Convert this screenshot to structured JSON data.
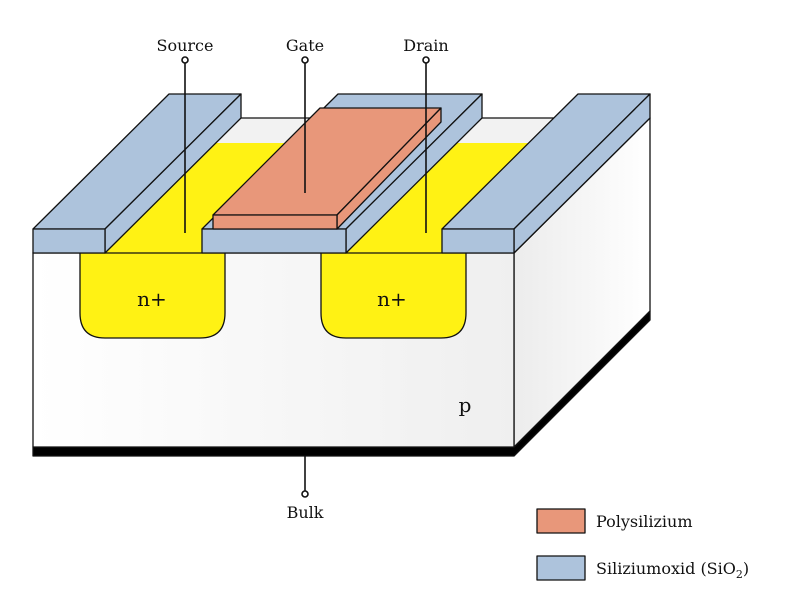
{
  "terminals": {
    "source": "Source",
    "gate": "Gate",
    "drain": "Drain",
    "bulk": "Bulk"
  },
  "regions": {
    "source_well": "n+",
    "drain_well": "n+",
    "substrate": "p"
  },
  "legend": {
    "items": [
      {
        "label": "Polysilizium",
        "color": "#e8977a"
      },
      {
        "label": "Siliziumoxid (SiO",
        "subscript": "2",
        "suffix": ")",
        "color": "#adc3dc"
      }
    ]
  },
  "colors": {
    "n_doped": "#fff214",
    "oxide": "#adc3dc",
    "polysilicon": "#e8977a",
    "substrate": "#f4f4f4",
    "contact": "#000000"
  }
}
